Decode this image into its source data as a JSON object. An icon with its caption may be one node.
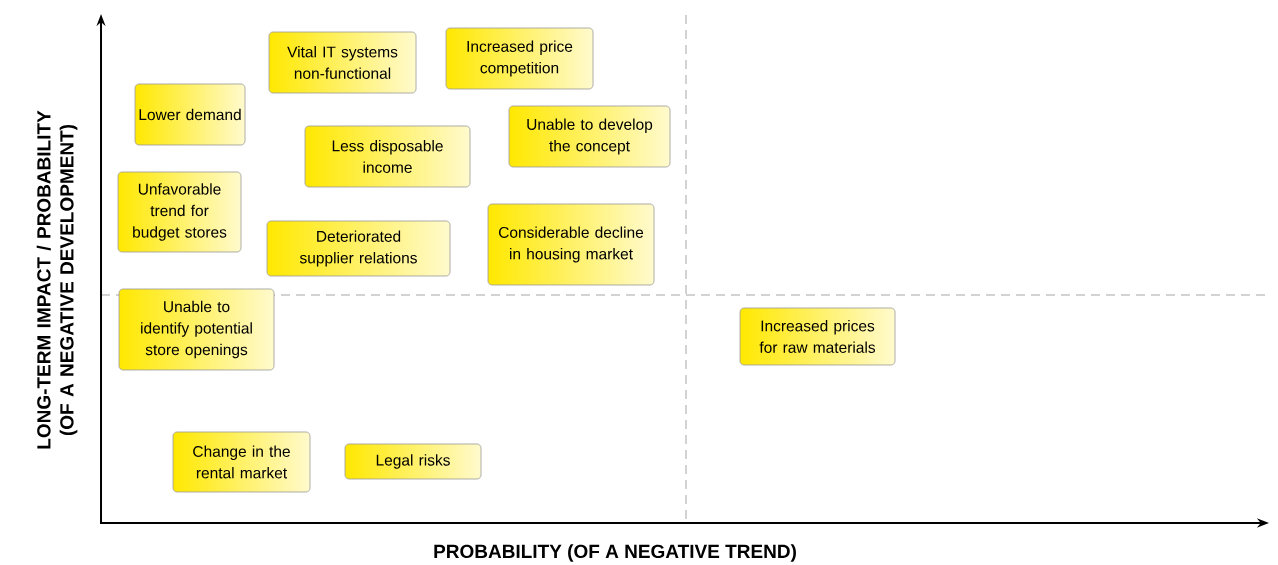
{
  "diagram": {
    "nodes": [
      {
        "text": [
          "Increased price competition"
        ]
      },
      {
        "text": [
          "Vital IT systems non-functional"
        ]
      },
      {
        "text": [
          "Lower demand"
        ]
      },
      {
        "text": [
          "Unable to develop the concept"
        ]
      },
      {
        "text": [
          "Less disposable income"
        ]
      },
      {
        "text": [
          "Unfavorable trend for budget stores"
        ]
      },
      {
        "text": [
          "Considerable decline in housing market"
        ]
      },
      {
        "text": [
          "Deteriorated supplier relations"
        ]
      },
      {
        "text": [
          "Unable to identify potential store openings"
        ]
      },
      {
        "text": [
          "Increased prices for raw materials"
        ]
      },
      {
        "text": [
          "Change in the rental market"
        ]
      },
      {
        "text": [
          "Legal risks"
        ]
      }
    ],
    "labels": [
      "LONG-TERM IMPACT / PROBABILITY (OF A NEGATIVE DEVELOPMENT)",
      "PROBABILITY (OF A NEGATIVE TREND)"
    ]
  }
}
